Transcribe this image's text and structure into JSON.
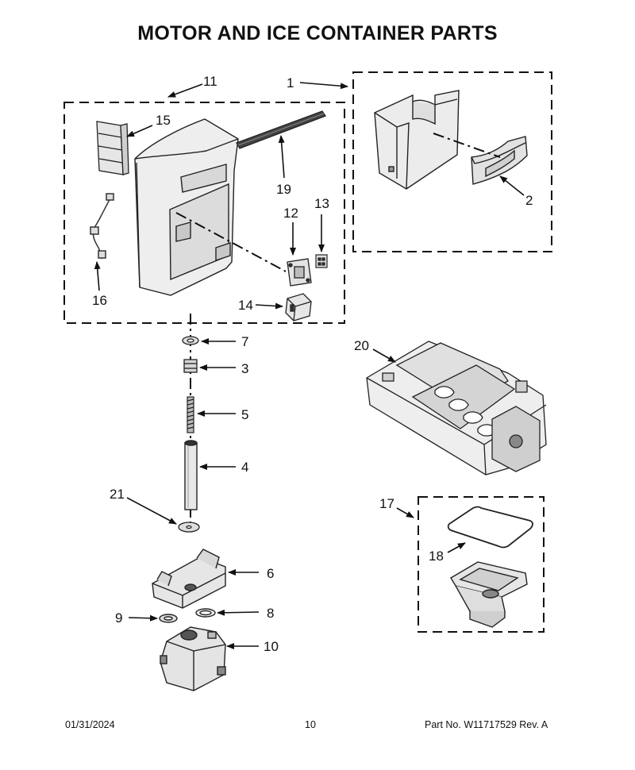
{
  "title": "MOTOR AND ICE CONTAINER PARTS",
  "callouts": [
    "11",
    "1",
    "15",
    "19",
    "12",
    "13",
    "2",
    "16",
    "14",
    "7",
    "3",
    "5",
    "4",
    "20",
    "21",
    "17",
    "18",
    "6",
    "9",
    "8",
    "10"
  ],
  "footer": {
    "date": "01/31/2024",
    "page": "10",
    "part_number": "Part No.  W11717529  Rev.  A"
  }
}
